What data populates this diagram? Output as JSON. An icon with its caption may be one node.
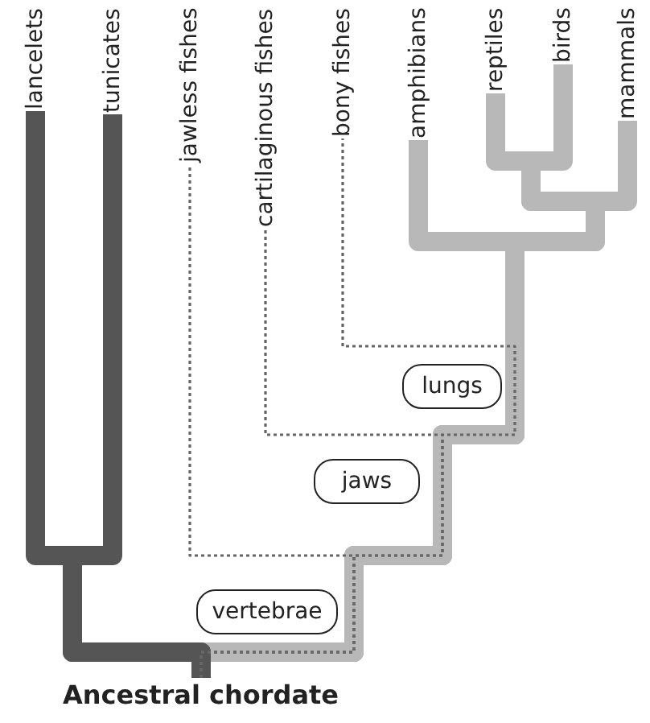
{
  "diagram": {
    "nodes": [
      {
        "text": [
          "lancelets"
        ]
      },
      {
        "text": [
          "tunicates"
        ]
      },
      {
        "text": [
          "jawless fishes"
        ]
      },
      {
        "text": [
          "cartilaginous fishes"
        ]
      },
      {
        "text": [
          "bony fishes"
        ]
      },
      {
        "text": [
          "amphibians"
        ]
      },
      {
        "text": [
          "reptiles"
        ]
      },
      {
        "text": [
          "birds"
        ]
      },
      {
        "text": [
          "mammals"
        ]
      },
      {
        "text": [
          "lungs"
        ]
      },
      {
        "text": [
          "jaws"
        ]
      },
      {
        "text": [
          "vertebrae"
        ]
      },
      {
        "text": [
          "Ancestral chordate"
        ]
      }
    ],
    "edges": [
      {
        "from": 12,
        "to": 0,
        "arrow": "none",
        "color": "#555555"
      },
      {
        "from": 12,
        "to": 1,
        "arrow": "none",
        "color": "#555555"
      },
      {
        "from": 12,
        "to": 2,
        "arrow": "none",
        "style": "dashed",
        "color": "#666666"
      },
      {
        "from": 12,
        "to": 3,
        "arrow": "none",
        "style": "dashed",
        "color": "#666666"
      },
      {
        "from": 12,
        "to": 4,
        "arrow": "none",
        "style": "dashed",
        "color": "#666666"
      },
      {
        "from": 12,
        "to": 5,
        "arrow": "none"
      },
      {
        "from": 12,
        "to": 6,
        "arrow": "none"
      },
      {
        "from": 12,
        "to": 7,
        "arrow": "none"
      },
      {
        "from": 12,
        "to": 8,
        "arrow": "none"
      }
    ]
  }
}
